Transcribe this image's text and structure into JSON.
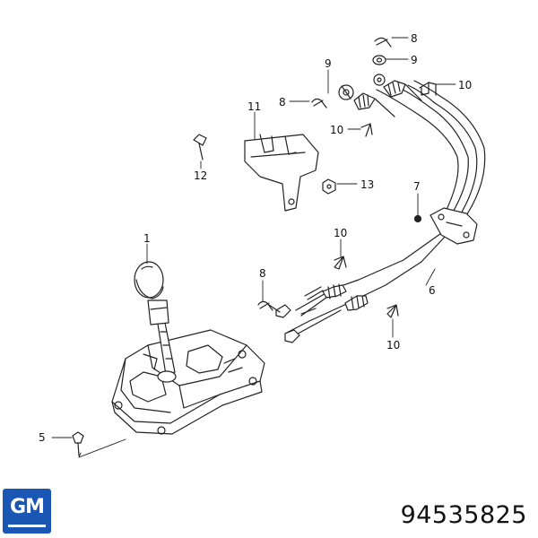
{
  "callouts": {
    "c1": "1",
    "c5": "5",
    "c6": "6",
    "c7": "7",
    "c8_top": "8",
    "c8_mid": "8",
    "c8_low": "8",
    "c9_top": "9",
    "c9_mid": "9",
    "c10_top_right": "10",
    "c10_mid": "10",
    "c10_center": "10",
    "c10_low": "10",
    "c11": "11",
    "c12": "12",
    "c13": "13"
  },
  "part_number": "94535825",
  "logo": {
    "text": "GM",
    "color": "#1a57b5"
  },
  "colors": {
    "line": "#222222",
    "background": "#ffffff"
  }
}
